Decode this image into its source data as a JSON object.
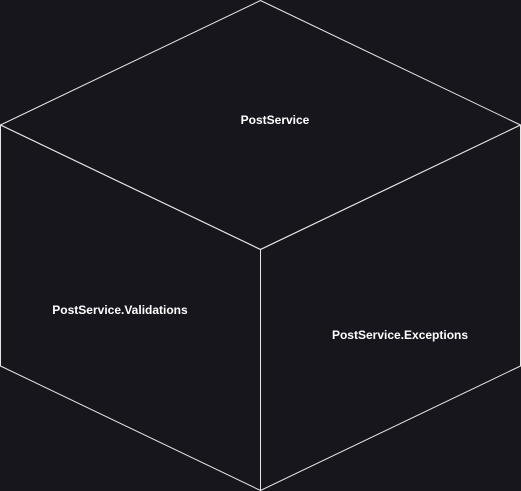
{
  "diagram": {
    "faces": {
      "top": {
        "label": "PostService"
      },
      "left": {
        "label": "PostService.Validations"
      },
      "right": {
        "label": "PostService.Exceptions"
      }
    },
    "colors": {
      "background": "#18161d",
      "stroke": "#e6e6e6",
      "text": "#ffffff"
    }
  }
}
